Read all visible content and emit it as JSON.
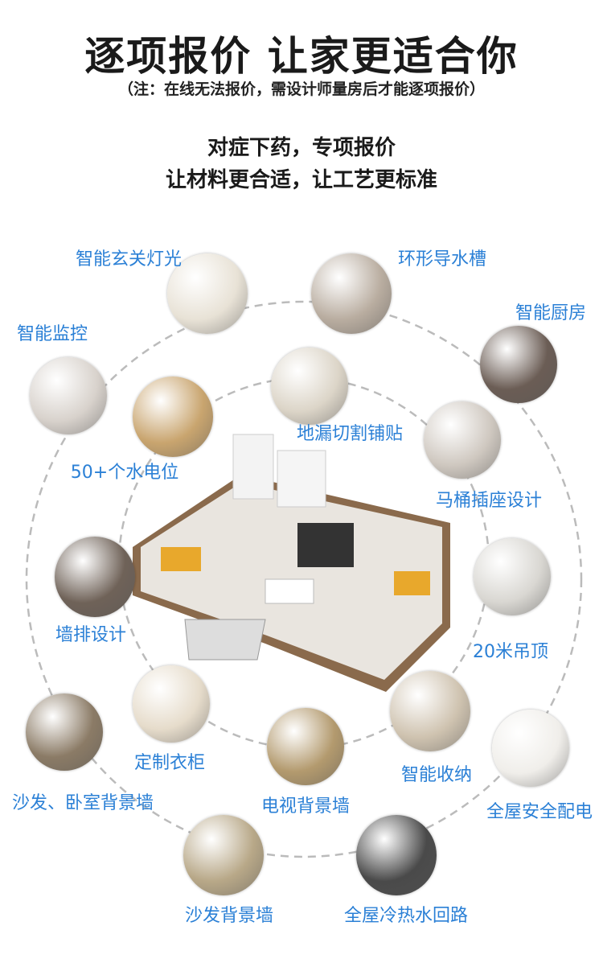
{
  "header": {
    "title": "逐项报价 让家更适合你",
    "note": "（注：在线无法报价，需设计师量房后才能逐项报价）",
    "line1": "对症下药，专项报价",
    "line2": "让材料更合适，让工艺更标准"
  },
  "label_color": "#2b80d6",
  "items": [
    {
      "label": "智能玄关灯光",
      "icon": "entrance-lighting-photo",
      "color": "#e8e2d6"
    },
    {
      "label": "环形导水槽",
      "icon": "drain-channel-photo",
      "color": "#b9ada0"
    },
    {
      "label": "智能厨房",
      "icon": "smart-kitchen-photo",
      "color": "#6b5d55"
    },
    {
      "label": "智能监控",
      "icon": "smart-camera-photo",
      "color": "#d8d2cc"
    },
    {
      "label": "50+个水电位",
      "icon": "plumbing-photo",
      "color": "#c9a56f"
    },
    {
      "label": "地漏切割铺贴",
      "icon": "floor-drain-photo",
      "color": "#dcd5c8"
    },
    {
      "label": "马桶插座设计",
      "icon": "toilet-photo",
      "color": "#cfc8c0"
    },
    {
      "label": "墙排设计",
      "icon": "wall-drain-photo",
      "color": "#6f6258"
    },
    {
      "label": "20米吊顶",
      "icon": "ceiling-photo",
      "color": "#d9d7d2"
    },
    {
      "label": "定制衣柜",
      "icon": "wardrobe-photo",
      "color": "#e6dccb"
    },
    {
      "label": "智能收纳",
      "icon": "storage-photo",
      "color": "#cfc3b0"
    },
    {
      "label": "全屋安全配电",
      "icon": "switch-photo",
      "color": "#f0eeea"
    },
    {
      "label": "沙发、卧室背景墙",
      "icon": "bedroom-photo",
      "color": "#8b7b66"
    },
    {
      "label": "电视背景墙",
      "icon": "tv-wall-photo",
      "color": "#b39a6e"
    },
    {
      "label": "沙发背景墙",
      "icon": "sofa-wall-photo",
      "color": "#b8a888"
    },
    {
      "label": "全屋冷热水回路",
      "icon": "shower-photo",
      "color": "#4a4a4a"
    }
  ]
}
